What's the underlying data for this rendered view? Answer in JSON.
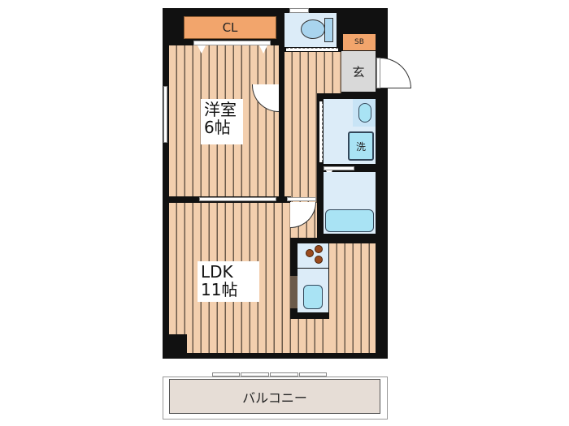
{
  "floorplan": {
    "rooms": {
      "western_room": {
        "name": "洋室",
        "size": "6帖"
      },
      "ldk": {
        "name": "LDK",
        "size": "11帖"
      },
      "closet": {
        "label": "CL"
      },
      "shoe_box": {
        "label": "SB"
      },
      "entrance": {
        "label": "玄"
      },
      "washer": {
        "label": "洗"
      },
      "balcony": {
        "label": "バルコニー"
      }
    },
    "colors": {
      "floor": "#f3cfae",
      "floor_line": "#6b5a4a",
      "wall": "#111111",
      "closet": "#f2a56c",
      "wet_area": "#dcecf8",
      "fixture": "#a9e3f4",
      "entrance": "#d9d9d9",
      "balcony": "#e6ddd6",
      "stove_burner": "#9a4a1e"
    }
  }
}
